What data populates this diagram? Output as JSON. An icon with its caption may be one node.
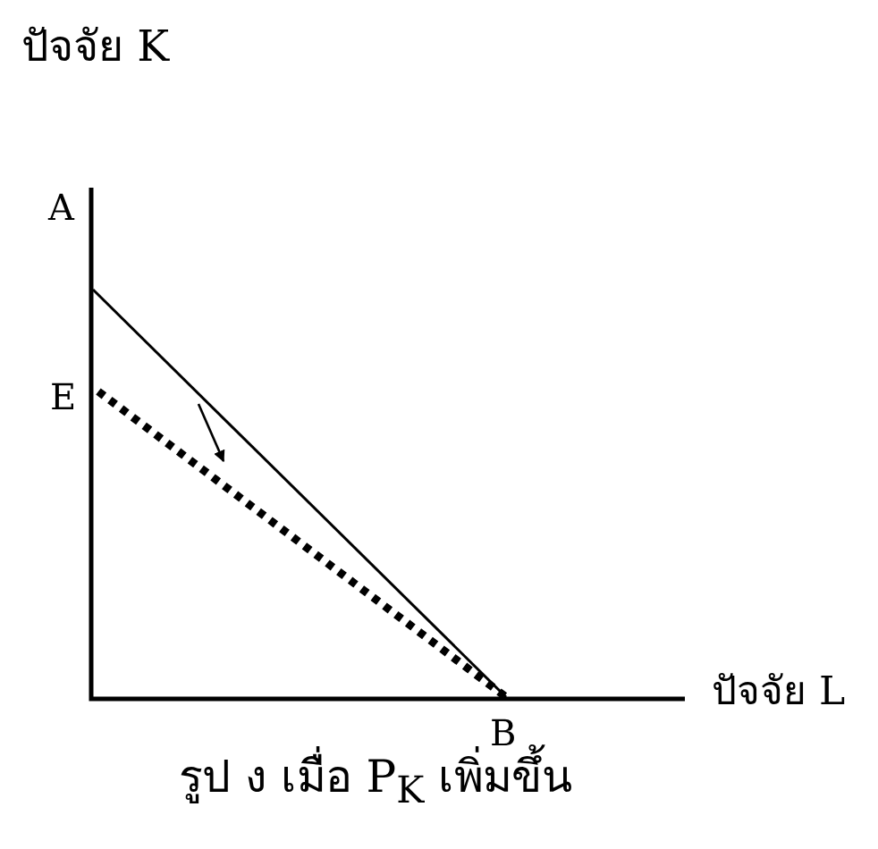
{
  "diagram": {
    "caption": "รูป ง เมื่อ P$_{K}$ เพิ่มขึ้น",
    "labels": [
      "ปัจจัย K",
      "A",
      "E",
      "ปัจจัย L",
      "B"
    ]
  }
}
